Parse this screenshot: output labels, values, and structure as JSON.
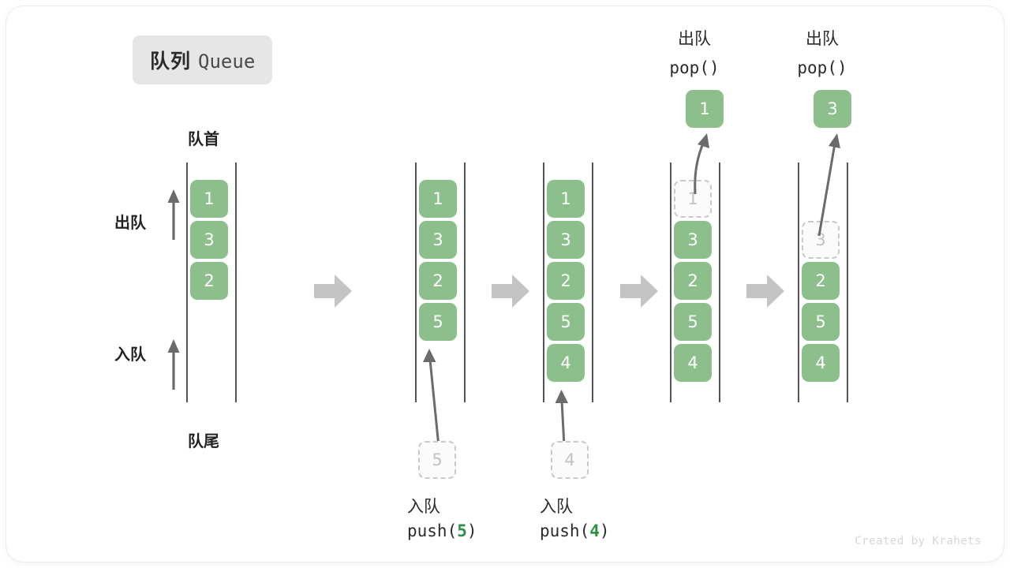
{
  "title": {
    "cn": "队列",
    "en": "Queue"
  },
  "labels": {
    "head": "队首",
    "tail": "队尾",
    "dequeue": "出队",
    "enqueue": "入队"
  },
  "colors": {
    "item_fill": "#8cbf8c",
    "item_text": "#ffffff",
    "ghost_text": "#c2c2c2",
    "ghost_border": "#c9c9c9",
    "rail": "#555555",
    "arrow": "#6b6b6b",
    "sep_arrow": "#c4c4c4",
    "badge_bg": "#e6e6e6",
    "code_accent": "#2f8f46"
  },
  "columns": [
    {
      "id": "state-initial",
      "slots": [
        {
          "value": "1",
          "state": "filled"
        },
        {
          "value": "3",
          "state": "filled"
        },
        {
          "value": "2",
          "state": "filled"
        }
      ]
    },
    {
      "id": "state-after-push-5",
      "slots": [
        {
          "value": "1",
          "state": "filled"
        },
        {
          "value": "3",
          "state": "filled"
        },
        {
          "value": "2",
          "state": "filled"
        },
        {
          "value": "5",
          "state": "filled"
        }
      ]
    },
    {
      "id": "state-after-push-4",
      "slots": [
        {
          "value": "1",
          "state": "filled"
        },
        {
          "value": "3",
          "state": "filled"
        },
        {
          "value": "2",
          "state": "filled"
        },
        {
          "value": "5",
          "state": "filled"
        },
        {
          "value": "4",
          "state": "filled"
        }
      ]
    },
    {
      "id": "state-after-pop-1",
      "slots": [
        {
          "value": "1",
          "state": "ghost"
        },
        {
          "value": "3",
          "state": "filled"
        },
        {
          "value": "2",
          "state": "filled"
        },
        {
          "value": "5",
          "state": "filled"
        },
        {
          "value": "4",
          "state": "filled"
        }
      ]
    },
    {
      "id": "state-after-pop-3",
      "slots": [
        {
          "value": "",
          "state": "empty"
        },
        {
          "value": "3",
          "state": "ghost"
        },
        {
          "value": "2",
          "state": "filled"
        },
        {
          "value": "5",
          "state": "filled"
        },
        {
          "value": "4",
          "state": "filled"
        }
      ]
    }
  ],
  "operations": {
    "push_5": {
      "cn": "入队",
      "code_prefix": "push(",
      "value": "5",
      "code_suffix": ")",
      "ghost_value": "5"
    },
    "push_4": {
      "cn": "入队",
      "code_prefix": "push(",
      "value": "4",
      "code_suffix": ")",
      "ghost_value": "4"
    },
    "pop_1": {
      "cn": "出队",
      "code": "pop()",
      "value": "1"
    },
    "pop_3": {
      "cn": "出队",
      "code": "pop()",
      "value": "3"
    }
  },
  "credit": "Created by Krahets"
}
